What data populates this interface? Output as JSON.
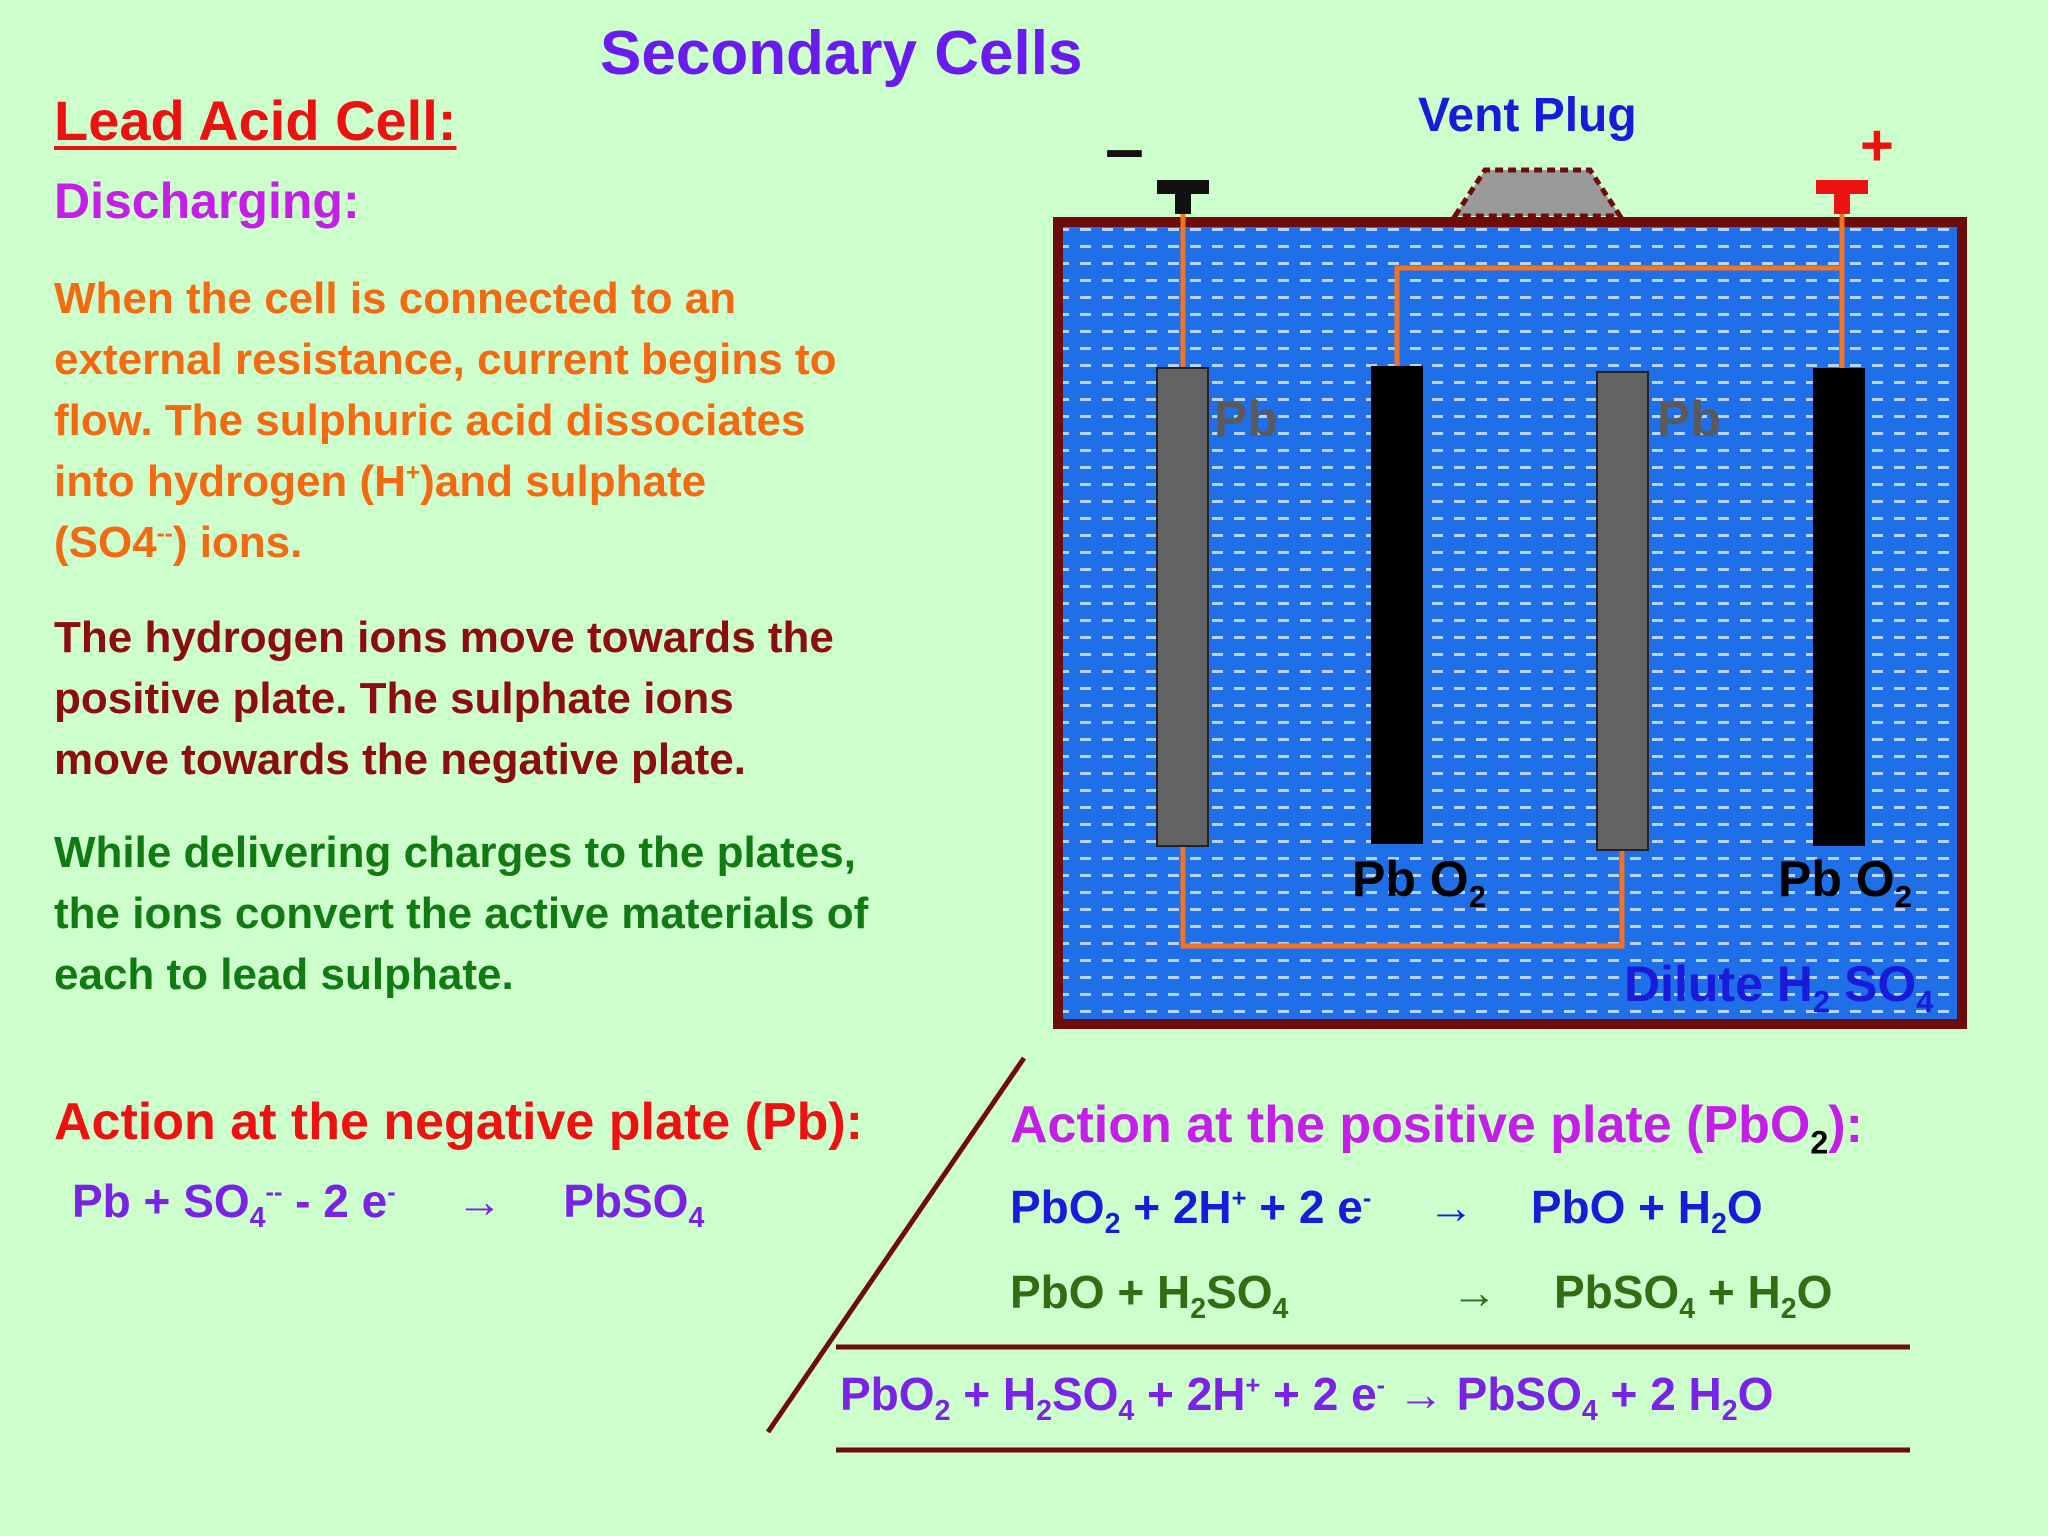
{
  "title": "Secondary Cells",
  "heading": "Lead Acid Cell:",
  "subheading": "Discharging:",
  "paragraph1": {
    "line1": "When the cell is connected to an",
    "line2": "external resistance, current begins to",
    "line3": "flow.  The sulphuric acid dissociates",
    "line4_pre": "into hydrogen (H",
    "line4_sup": "+",
    "line4_post": ")and sulphate",
    "line5_pre": "(SO4",
    "line5_sup": "--",
    "line5_post": ") ions."
  },
  "paragraph2": {
    "line1": "The hydrogen ions move towards the",
    "line2": "positive plate.  The sulphate ions",
    "line3": "move towards the negative plate."
  },
  "paragraph3": {
    "line1": "While delivering charges to the plates,",
    "line2": "the ions convert the active materials of",
    "line3": "each to lead sulphate."
  },
  "diagram": {
    "vent_label": "Vent Plug",
    "negative_terminal": "–",
    "positive_terminal": "+",
    "pb_label": "Pb",
    "pbo2_label_main": "Pb O",
    "pbo2_label_sub": "2",
    "electrolyte_pre": "Dilute H",
    "electrolyte_sub1": "2",
    "electrolyte_mid": " SO",
    "electrolyte_sub2": "4",
    "colors": {
      "container_border": "#6e0c0c",
      "electrolyte": "#1e6fe8",
      "negative_plate": "#636363",
      "positive_plate": "#000000",
      "wire": "#f27322",
      "vent_plug": "#9a9a9a"
    }
  },
  "negative_action": {
    "title": "Action at the negative plate (Pb):",
    "eq_a": "Pb + SO",
    "eq_sub1": "4",
    "eq_sup1": "--",
    "eq_b": " - 2 e",
    "eq_sup2": "-",
    "arrow": "→",
    "product": "PbSO",
    "product_sub": "4"
  },
  "positive_action": {
    "title_pre": "Action at the positive plate (PbO",
    "title_sub": "2",
    "title_post": "):",
    "eq1": {
      "a": "PbO",
      "a_sub": "2",
      "b": " + 2H",
      "b_sup": "+",
      "c": " + 2 e",
      "c_sup": "-",
      "arrow": "→",
      "d": "PbO + H",
      "d_sub": "2",
      "e": "O"
    },
    "eq2": {
      "a": "PbO + H",
      "a_sub": "2",
      "b": "SO",
      "b_sub": "4",
      "arrow": "→",
      "c": "PbSO",
      "c_sub": "4",
      "d": " + H",
      "d_sub": "2",
      "e": "O"
    },
    "eq3": {
      "a": "PbO",
      "a_sub": "2",
      "b": " + H",
      "b_sub": "2",
      "c": "SO",
      "c_sub": "4",
      "d": " + 2H",
      "d_sup": "+",
      "e": " + 2 e",
      "e_sup": "-",
      "arrow": " → ",
      "f": "PbSO",
      "f_sub": "4",
      "g": " + 2 H",
      "g_sub": "2",
      "h": "O"
    }
  }
}
